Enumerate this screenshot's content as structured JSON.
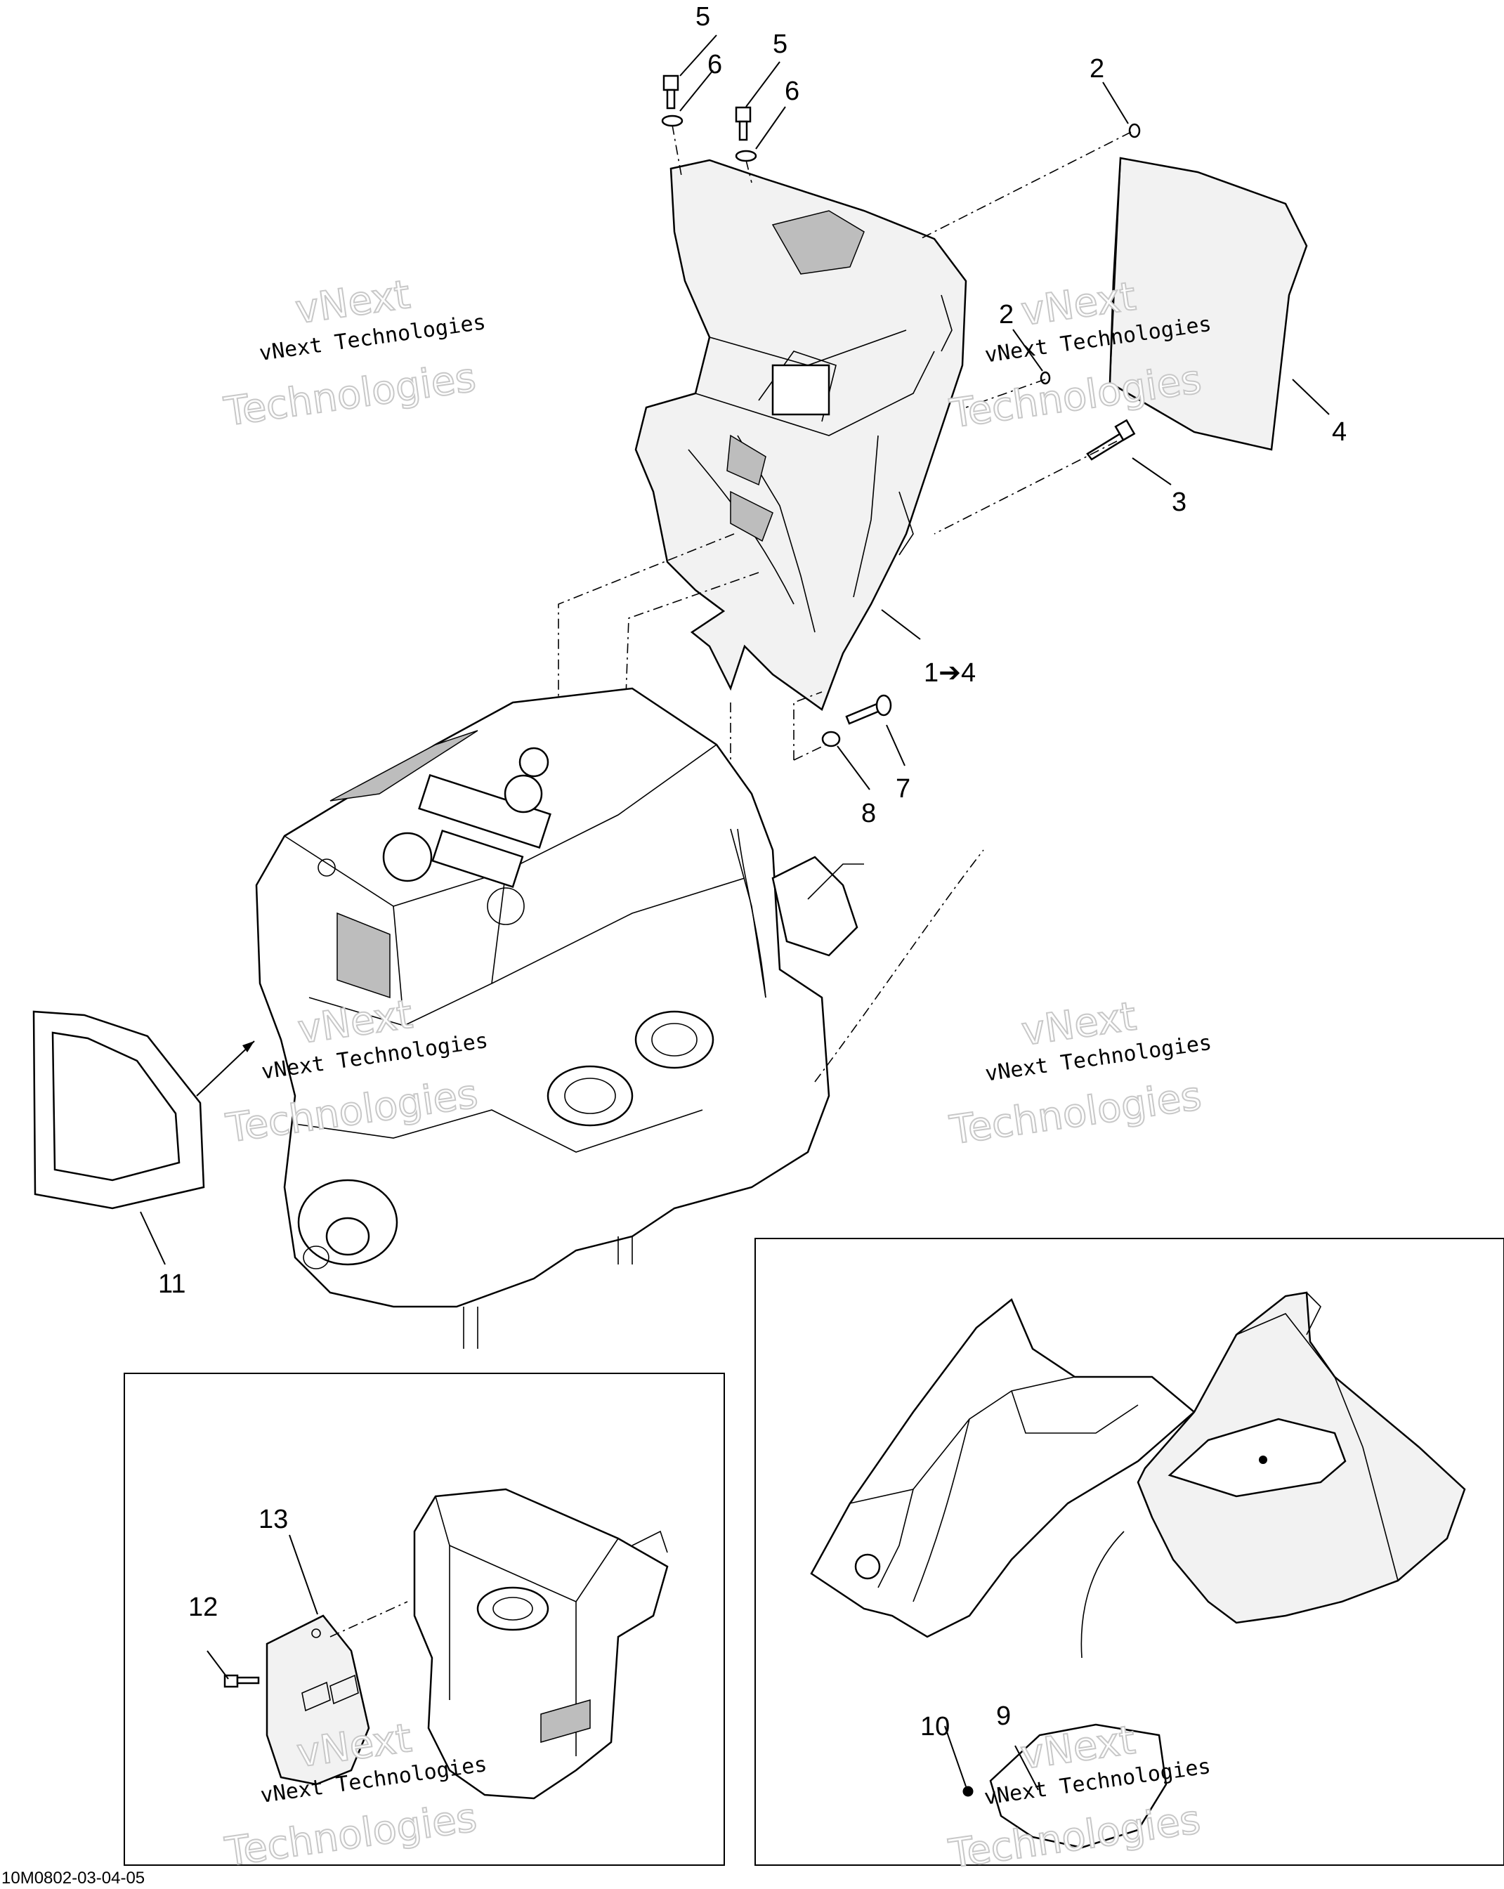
{
  "diagram": {
    "drawing_code": "10M0802-03-04-05",
    "watermark": {
      "line1": "vNext Technologies",
      "big_top": "vNext",
      "big_bottom": "Technologies"
    },
    "callouts": {
      "c1": "1➔4",
      "c2a": "2",
      "c2b": "2",
      "c3": "3",
      "c4": "4",
      "c5a": "5",
      "c5b": "5",
      "c6a": "6",
      "c6b": "6",
      "c7": "7",
      "c8": "8",
      "c9": "9",
      "c10": "10",
      "c11": "11",
      "c12": "12",
      "c13": "13"
    }
  }
}
